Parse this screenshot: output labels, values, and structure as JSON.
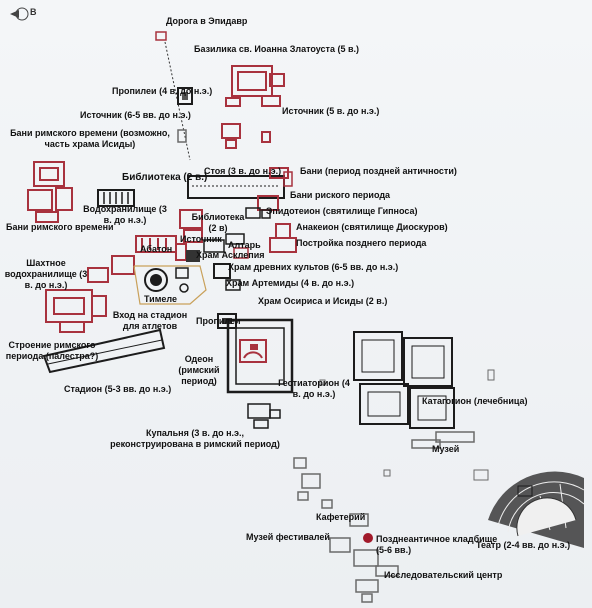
{
  "compass": {
    "letter": "В"
  },
  "labels": {
    "road": "Дорога в Эпидавр",
    "basilica": "Базилика св. Иоанна Златоуста (5 в.)",
    "propylaea_n": "Пропилеи (4 в. до н.э.)",
    "spring1": "Источник (6-5 вв. до н.э.)",
    "spring2": "Источник (5 в. до н.э.)",
    "roman_baths_isis": "Бани римского времени (возможно, часть храма Исиды)",
    "library1": "Библиотека (2 в.)",
    "stoa": "Стоя (3 в. до н.э.)",
    "baths_late": "Бани (период поздней античности)",
    "baths_roman2": "Бани риского периода",
    "water_reservoir": "Водохранилище (3 в. до н.э.)",
    "epidoteion": "Эпидотеион (святилище Гипноса)",
    "library2": "Библиотека (2 в)",
    "roman_baths": "Бани римского времени",
    "abaton": "Абатон",
    "spring3": "Источник",
    "altar": "Алтарь",
    "asclepius": "Храм Асклепия",
    "anakeion": "Анакеион (святилище Диоскуров)",
    "late_building": "Постройка позднего периода",
    "ancient_cults": "Храм древних культов (6-5 вв. до н.э.)",
    "shaft_reservoir": "Шахтное водохранилище (3 в. до н.э.)",
    "tholos": "Тимеле",
    "artemis": "Храм Артемиды (4 в. до н.э.)",
    "osiris": "Храм Осириса и Исиды (2 в.)",
    "stadium_entrance": "Вход на стадион для атлетов",
    "propylaea_s": "Пропилеи",
    "palaestra": "Строение римского периода (палестра?)",
    "odeon": "Одеон (римский период)",
    "gymnasium": "Гестиаторион (4 в. до н.э.)",
    "katagogion": "Катагогион (лечебница)",
    "stadium": "Стадион (5-3 вв. до н.э.)",
    "bath_house": "Купальня (3 в. до н.э., реконструирована в римский период)",
    "museum": "Музей",
    "cafeteria": "Кафетерий",
    "festival_museum": "Музей фестивалей",
    "cemetery": "Позднеантичное кладбище (5-6 вв.)",
    "theatre": "Театр (2-4 вв. до н.э.)",
    "research": "Исследовательский центр"
  },
  "colors": {
    "ruin_red": "#a8323e",
    "ruin_dark": "#1c1c1c",
    "ruin_gray": "#6a6a6a",
    "path": "#c9a15a",
    "cemetery": "#a11a2a"
  }
}
